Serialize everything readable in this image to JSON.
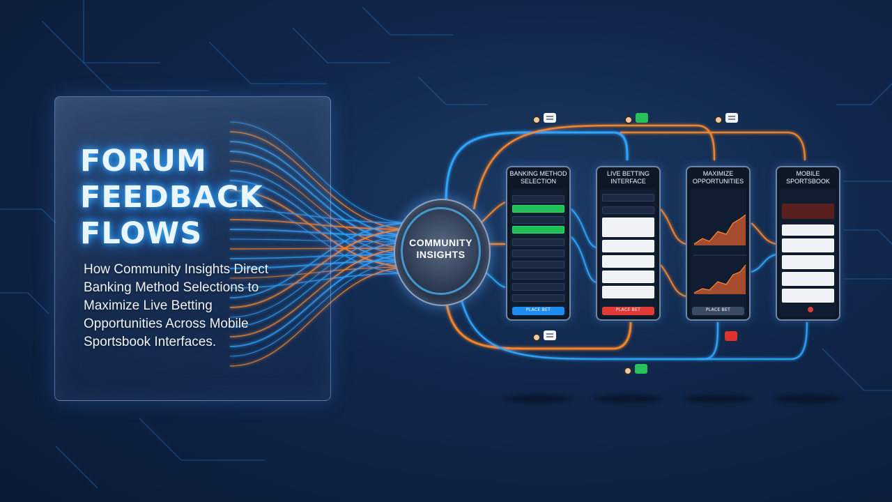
{
  "title": "FORUM\nFEEDBACK\nFLOWS",
  "subtitle": "How Community Insights Direct Banking Method Selections to Maximize Live Betting Opportunities Across Mobile Sportsbook Interfaces.",
  "hub": {
    "label": "COMMUNITY\nINSIGHTS"
  },
  "phones": [
    {
      "title": "BANKING METHOD\nSELECTION",
      "button": "PLACE BET"
    },
    {
      "title": "LIVE BETTING\nINTERFACE",
      "button": "PLACE BET"
    },
    {
      "title": "MAXIMIZE\nOPPORTUNITIES",
      "button": "PLACE BET"
    },
    {
      "title": "MOBILE\nSPORTSBOOK",
      "button": ""
    }
  ],
  "colors": {
    "accent_blue": "#2fa8ff",
    "accent_orange": "#ff8a2a",
    "title_glow": "#35b4ff",
    "bet_green": "#1fbf55",
    "bet_red": "#e23a36"
  },
  "icons": [
    "user-comment-icon",
    "user-message-icon",
    "chart-icon",
    "gear-icon"
  ]
}
